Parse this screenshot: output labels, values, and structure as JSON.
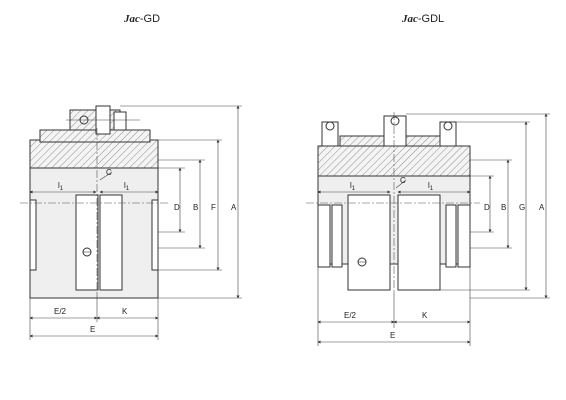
{
  "left": {
    "title_prefix": "Jac",
    "title_suffix": "-GD",
    "labels": {
      "l1_left": "l",
      "l1_right": "l",
      "sub": "1",
      "c": "C",
      "d": "D",
      "b": "B",
      "f": "F",
      "a": "A",
      "e_half": "E/2",
      "k": "K",
      "e": "E"
    }
  },
  "right": {
    "title_prefix": "Jac",
    "title_suffix": "-GDL",
    "labels": {
      "l1_left": "l",
      "l1_right": "l",
      "sub": "1",
      "c": "C",
      "d": "D",
      "b": "B",
      "g": "G",
      "a": "A",
      "e_half": "E/2",
      "k": "K",
      "e": "E"
    }
  }
}
